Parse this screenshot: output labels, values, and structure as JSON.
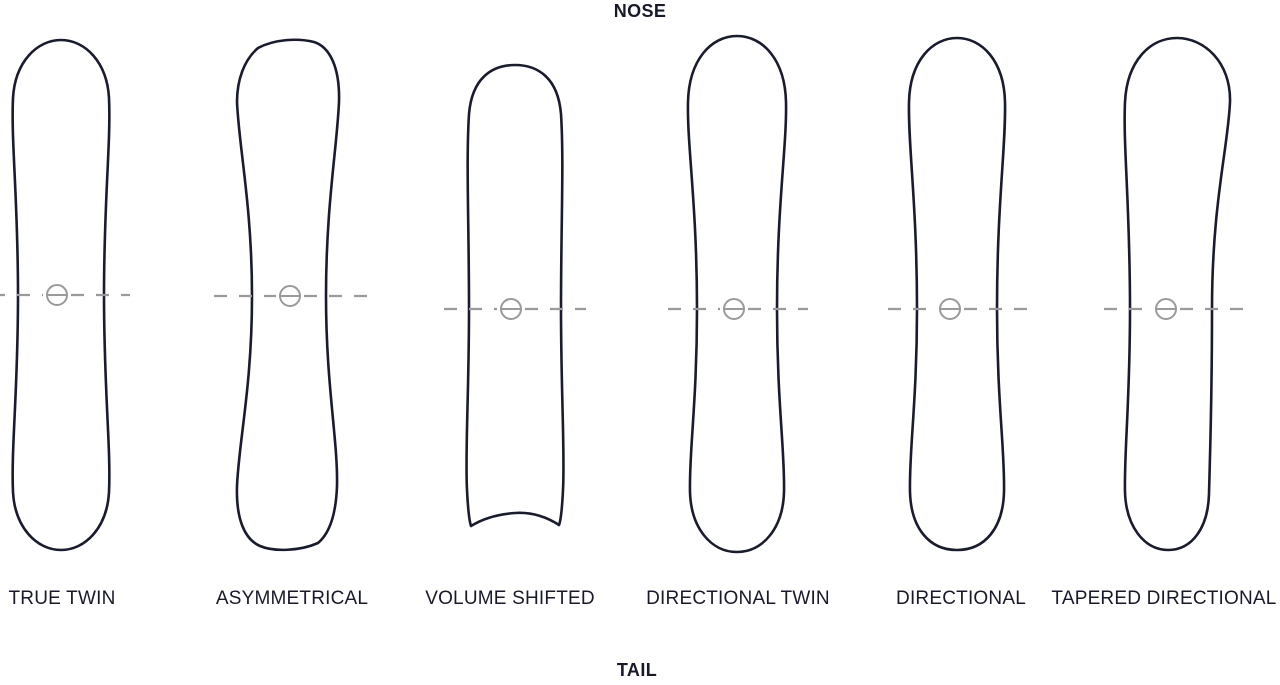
{
  "diagram": {
    "title_top": "NOSE",
    "title_bottom": "TAIL",
    "outline_color": "#191b2e",
    "text_color": "#181a2c",
    "marker_color": "#9a9a9a",
    "background_color": "#ffffff",
    "boards": [
      {
        "label": "TRUE TWIN"
      },
      {
        "label": "ASYMMETRICAL"
      },
      {
        "label": "VOLUME SHIFTED"
      },
      {
        "label": "DIRECTIONAL TWIN"
      },
      {
        "label": "DIRECTIONAL"
      },
      {
        "label": "TAPERED DIRECTIONAL"
      }
    ]
  }
}
